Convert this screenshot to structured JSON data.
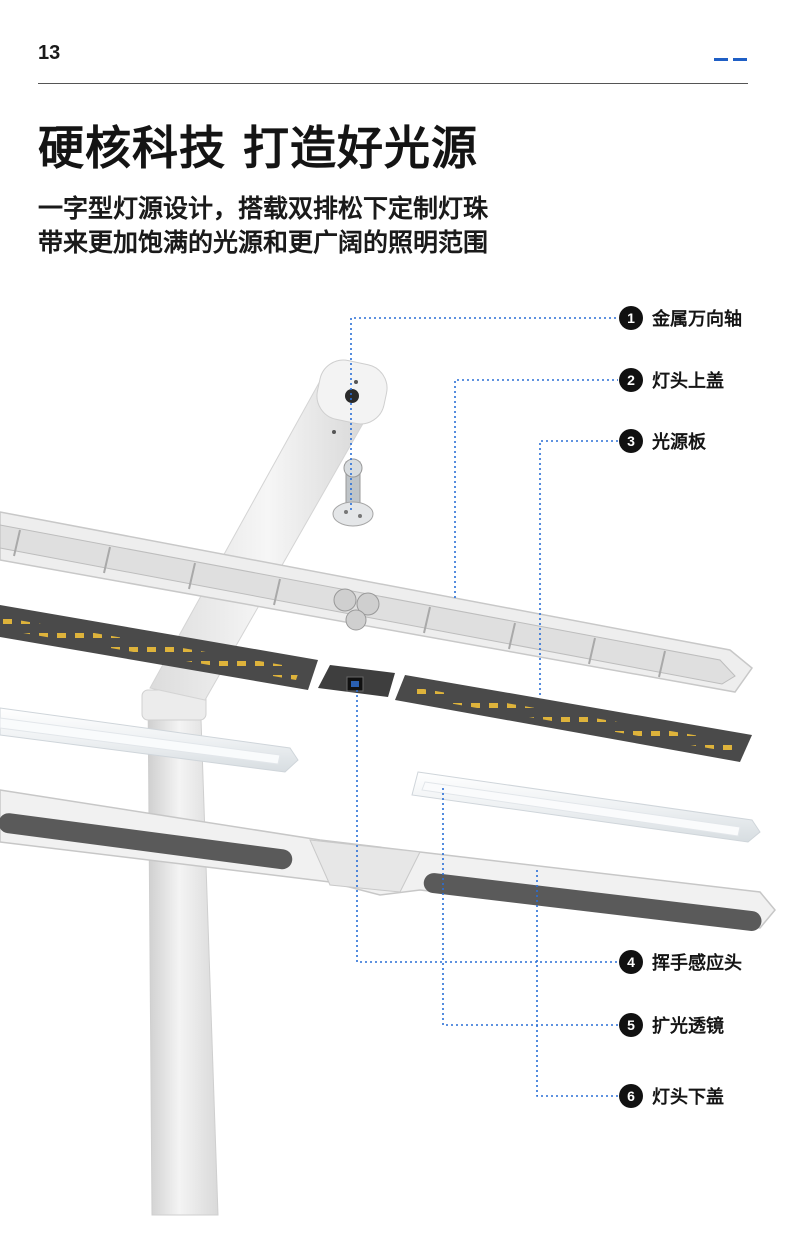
{
  "page_number": "13",
  "headline": "硬核科技 打造好光源",
  "subtitle_lines": [
    "一字型灯源设计，搭载双排松下定制灯珠",
    "带来更加饱满的光源和更广阔的照明范围"
  ],
  "colors": {
    "accent_blue": "#1f5fc5",
    "dotted_line": "#2a6fd6",
    "led_panel": "#4a4a4a",
    "led_bead": "#e6b93a",
    "lamp_white": "#f1f1f1"
  },
  "callouts": [
    {
      "number": "1",
      "label": "金属万向轴"
    },
    {
      "number": "2",
      "label": "灯头上盖"
    },
    {
      "number": "3",
      "label": "光源板"
    },
    {
      "number": "4",
      "label": "挥手感应头"
    },
    {
      "number": "5",
      "label": "扩光透镜"
    },
    {
      "number": "6",
      "label": "灯头下盖"
    }
  ]
}
